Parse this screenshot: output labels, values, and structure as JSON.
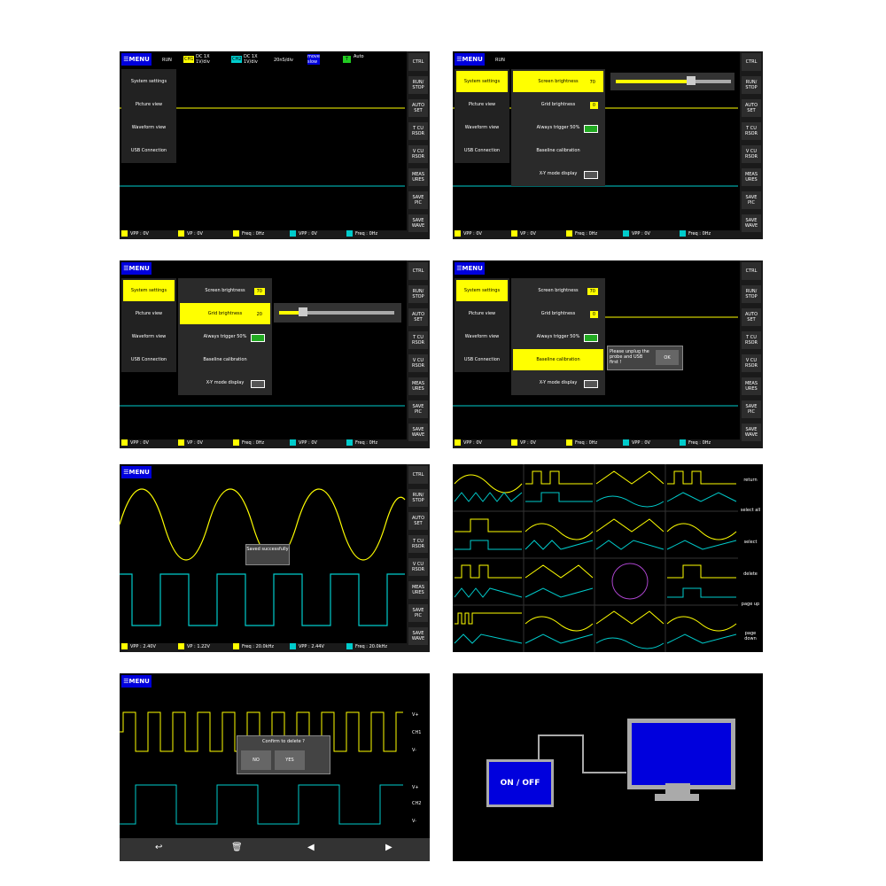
{
  "common": {
    "menu": "MENU",
    "run": "RUN",
    "ch1": "CH1",
    "ch2": "CH2",
    "coupling": "DC 1X",
    "volts": "1V/div",
    "timebase": "20nS/div",
    "move": "move",
    "slow": "slow",
    "trig": "T",
    "auto": "Auto",
    "side": [
      "CTRL",
      "RUN/ STOP",
      "AUTO SET",
      "T CU RSOR",
      "V CU RSOR",
      "MEAS URES",
      "SAVE PIC",
      "SAVE WAVE"
    ],
    "meas_labels": [
      "VPP",
      "VP",
      "Freq",
      "VPP",
      "Freq"
    ],
    "meas_zero": [
      "0V",
      "0V",
      "0Hz",
      "0V",
      "0Hz"
    ],
    "meas_wave": [
      "2.40V",
      "1.22V",
      "20.0kHz",
      "2.44V",
      "20.0kHz"
    ],
    "colors": {
      "ch1": "#ffff00",
      "ch2": "#00cccc",
      "menu": "#0000dd",
      "green": "#22cc22"
    }
  },
  "main_menu": [
    "System settings",
    "Picture view",
    "Waveform view",
    "USB Connection"
  ],
  "sys_items": [
    "Screen brightness",
    "Grid brightness",
    "Always trigger 50%",
    "Baseline calibration",
    "X-Y mode display"
  ],
  "values": {
    "screen": "70",
    "grid1": "0",
    "grid2": "20",
    "grid3": "0"
  },
  "dialog_unplug": "Please unplug the probe and USB first !",
  "ok": "OK",
  "saved": "Saved successfully",
  "confirm_delete": "Confirm to delete ?",
  "no": "NO",
  "yes": "YES",
  "thumb_buttons": [
    "return",
    "select all",
    "select",
    "delete",
    "page up",
    "page down"
  ],
  "wave_side": [
    "V+",
    "CH1",
    "V-",
    "V+",
    "CH2",
    "V-"
  ],
  "on_off": "ON / OFF"
}
